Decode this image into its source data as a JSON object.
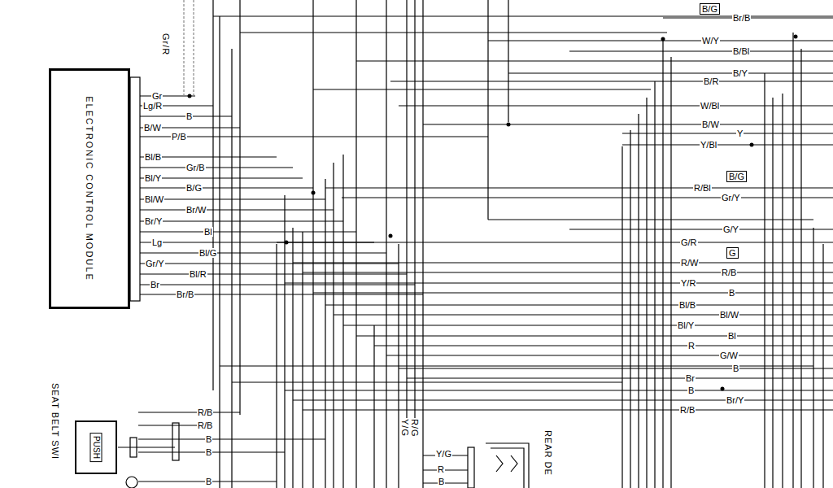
{
  "diagram": {
    "nodes": [
      {
        "text": [
          "ELECTRONIC CONTROL MODULE"
        ]
      },
      {
        "text": [
          "PUSH"
        ]
      }
    ],
    "labels": [
      "Gr/R",
      "Br/B",
      "W/Y",
      "B/Bl",
      "B/Y",
      "B/R",
      "W/Bl",
      "B/W",
      "Y",
      "Y/Bl",
      "R/Bl",
      "Gr/Y",
      "G/Y",
      "G/R",
      "R/W",
      "R/B",
      "Y/R",
      "B",
      "Bl/B",
      "Bl/W",
      "Bl/Y",
      "Bl",
      "R",
      "G/W",
      "B",
      "Br",
      "B",
      "Br/Y",
      "R/B",
      "Gr",
      "Lg/R",
      "B",
      "B/W",
      "P/B",
      "Bl/B",
      "Gr/B",
      "Bl/Y",
      "B/G",
      "Bl/W",
      "Br/W",
      "Br/Y",
      "Bl",
      "Lg",
      "Bl/G",
      "Gr/Y",
      "Bl/R",
      "Br",
      "Br/B",
      "R/B",
      "R/B",
      "B",
      "B",
      "B",
      "Y/G",
      "R/G",
      "Y/G",
      "R",
      "B",
      "SEAT BELT SWI",
      "REAR DE",
      "B/G",
      "B/G",
      "G"
    ]
  }
}
